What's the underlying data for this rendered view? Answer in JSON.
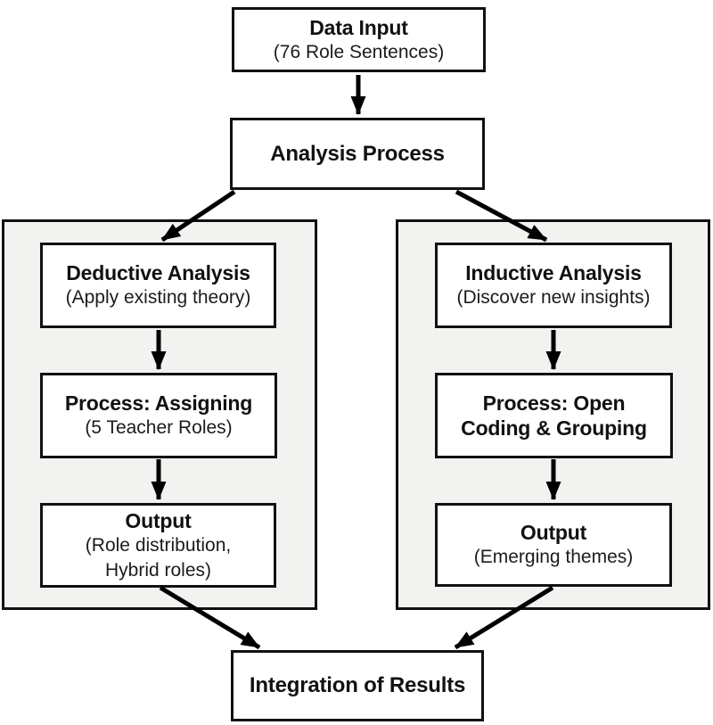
{
  "diagram": {
    "type": "flowchart",
    "nodes": {
      "data_input": {
        "title": "Data Input",
        "subtitle": "(76 Role Sentences)"
      },
      "analysis_process": {
        "title": "Analysis Process"
      },
      "deductive_analysis": {
        "title": "Deductive Analysis",
        "subtitle": "(Apply existing theory)"
      },
      "process_assigning": {
        "title": "Process: Assigning",
        "subtitle": "(5 Teacher Roles)"
      },
      "output_deductive": {
        "title": "Output",
        "subtitle_line1": "(Role distribution,",
        "subtitle_line2": "Hybrid roles)"
      },
      "inductive_analysis": {
        "title": "Inductive Analysis",
        "subtitle": "(Discover new insights)"
      },
      "process_open_coding": {
        "title_line1": "Process: Open",
        "title_line2": "Coding & Grouping"
      },
      "output_inductive": {
        "title": "Output",
        "subtitle": "(Emerging themes)"
      },
      "integration": {
        "title": "Integration of Results"
      }
    },
    "colors": {
      "box_fill": "#ffffff",
      "branch_fill": "#f2f2f0",
      "border": "#111111",
      "arrow": "#000000",
      "background": "#ffffff"
    }
  }
}
